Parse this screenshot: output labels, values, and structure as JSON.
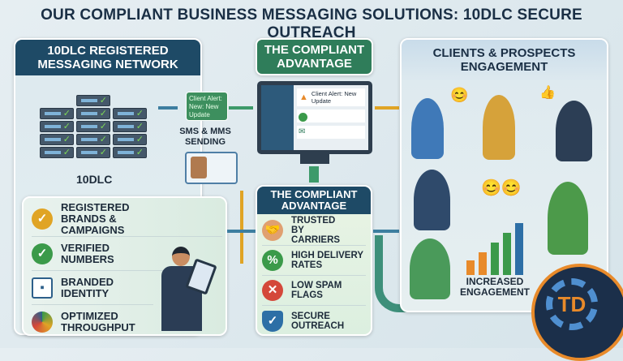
{
  "title": "OUR COMPLIANT BUSINESS MESSAGING SOLUTIONS: 10DLC SECURE OUTREACH",
  "left_panel": {
    "header": "10DLC REGISTERED MESSAGING NETWORK",
    "server_label": "10DLC",
    "items": [
      {
        "label": "REGISTERED BRANDS & CAMPAIGNS",
        "icon": "badge-icon"
      },
      {
        "label": "VERIFIED NUMBERS",
        "icon": "check-icon"
      },
      {
        "label": "BRANDED IDENTITY",
        "icon": "id-card-icon"
      },
      {
        "label": "OPTIMIZED THROUGHPUT",
        "icon": "gauge-icon"
      }
    ]
  },
  "sms": {
    "bubble": "Client Alert: New: New Update",
    "label": "SMS & MMS SENDING"
  },
  "middle_top": {
    "header": "THE COMPLIANT ADVANTAGE",
    "alert": "Client Alert: New Update"
  },
  "middle_bottom": {
    "header": "THE COMPLIANT ADVANTAGE",
    "items": [
      {
        "label": "TRUSTED BY CARRIERS",
        "icon": "handshake-icon"
      },
      {
        "label": "HIGH DELIVERY RATES",
        "icon": "percent-up-icon"
      },
      {
        "label": "LOW SPAM FLAGS",
        "icon": "x-icon"
      },
      {
        "label": "SECURE OUTREACH",
        "icon": "shield-icon"
      }
    ]
  },
  "right_panel": {
    "header": "CLIENTS & PROSPECTS ENGAGEMENT",
    "engagement_label": "INCREASED ENGAGEMENT"
  },
  "colors": {
    "navy": "#1e4a66",
    "green": "#2f7d5a",
    "orange": "#e88a2a"
  }
}
